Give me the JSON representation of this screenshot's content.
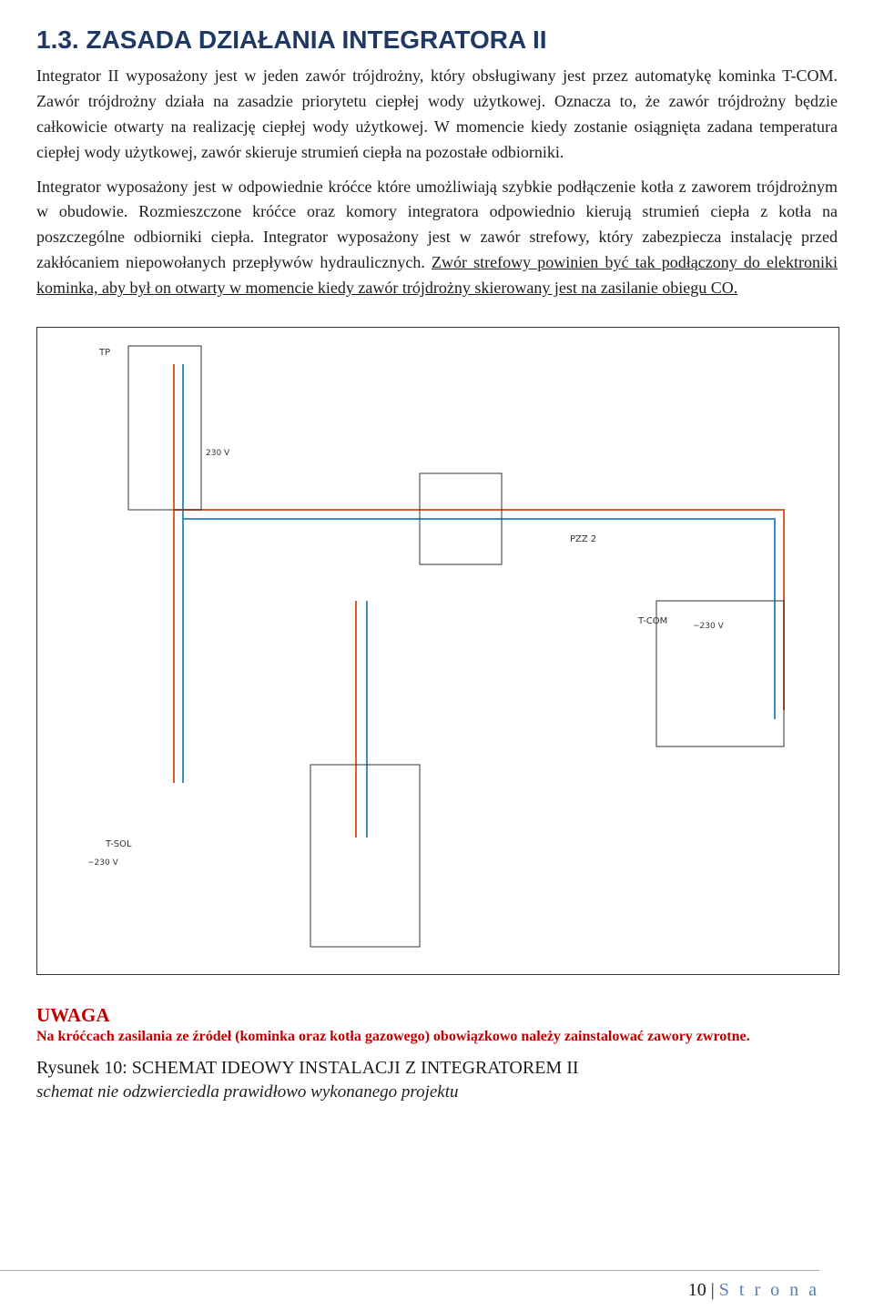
{
  "section_title": "1.3. ZASADA DZIAŁANIA INTEGRATORA II",
  "paragraphs": [
    "Integrator II wyposażony jest w jeden zawór trójdrożny, który obsługiwany jest przez automatykę kominka T-COM. Zawór trójdrożny działa na zasadzie priorytetu ciepłej wody użytkowej. Oznacza to, że zawór trójdrożny będzie całkowicie otwarty na realizację ciepłej wody użytkowej. W momencie kiedy zostanie osiągnięta zadana temperatura ciepłej wody użytkowej, zawór skieruje strumień ciepła na pozostałe odbiorniki.",
    "Integrator wyposażony jest w odpowiednie króćce które umożliwiają szybkie podłączenie kotła z zaworem trójdrożnym w obudowie. Rozmieszczone króćce oraz komory integratora odpowiednio kierują strumień ciepła z kotła na poszczególne odbiorniki ciepła. Integrator wyposażony jest w zawór strefowy, który zabezpiecza instalację przed zakłócaniem niepowołanych przepływów hydraulicznych."
  ],
  "highlight": "Zwór strefowy powinien być tak podłączony do elektroniki kominka, aby był on otwarty w momencie kiedy zawór trójdrożny skierowany jest na zasilanie obiegu CO.",
  "diagram": {
    "labels": [
      "TP",
      "230 V",
      "PZZ 2",
      "T-COM",
      "~230 V",
      "T-SOL",
      "~230 V"
    ]
  },
  "note_title": "UWAGA",
  "note_text": "Na króćcach zasilania ze źródeł (kominka oraz kotła gazowego) obowiązkowo należy zainstalować zawory zwrotne.",
  "caption": "Rysunek 10: SCHEMAT IDEOWY INSTALACJI Z INTEGRATOREM II",
  "subcaption": "schemat nie odzwierciedla prawidłowo wykonanego projektu",
  "page_number": "10",
  "page_word": "S t r o n a",
  "colors": {
    "hot": "#e25a2c",
    "cold": "#3b8fc9"
  }
}
